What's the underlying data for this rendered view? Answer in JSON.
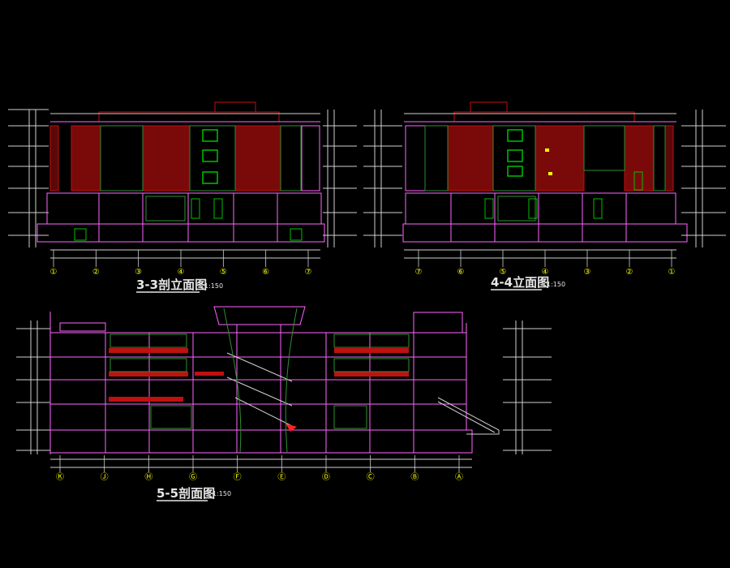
{
  "drawings": [
    {
      "id": "elev33",
      "title": "3-3剖立面图",
      "scale": "1:150",
      "axes": [
        "①",
        "②",
        "③",
        "④",
        "⑤",
        "⑥",
        "⑦"
      ]
    },
    {
      "id": "elev44",
      "title": "4-4立面图",
      "scale": "1:150",
      "axes": [
        "⑦",
        "⑥",
        "⑤",
        "④",
        "③",
        "②",
        "①"
      ]
    },
    {
      "id": "sect55",
      "title": "5-5剖面图",
      "scale": "1:150",
      "axes": [
        "Ⓚ",
        "Ⓙ",
        "Ⓗ",
        "Ⓖ",
        "Ⓕ",
        "Ⓔ",
        "Ⓓ",
        "Ⓒ",
        "Ⓑ",
        "Ⓐ"
      ]
    }
  ],
  "colors": {
    "background": "#000000",
    "outline": "#ff66ff",
    "grid": "#00a000",
    "brick": "#c01010",
    "glass": "#2f8f2f",
    "dimension": "#d0d0d0",
    "level": "#ff3030",
    "accent": "#ffff00"
  }
}
